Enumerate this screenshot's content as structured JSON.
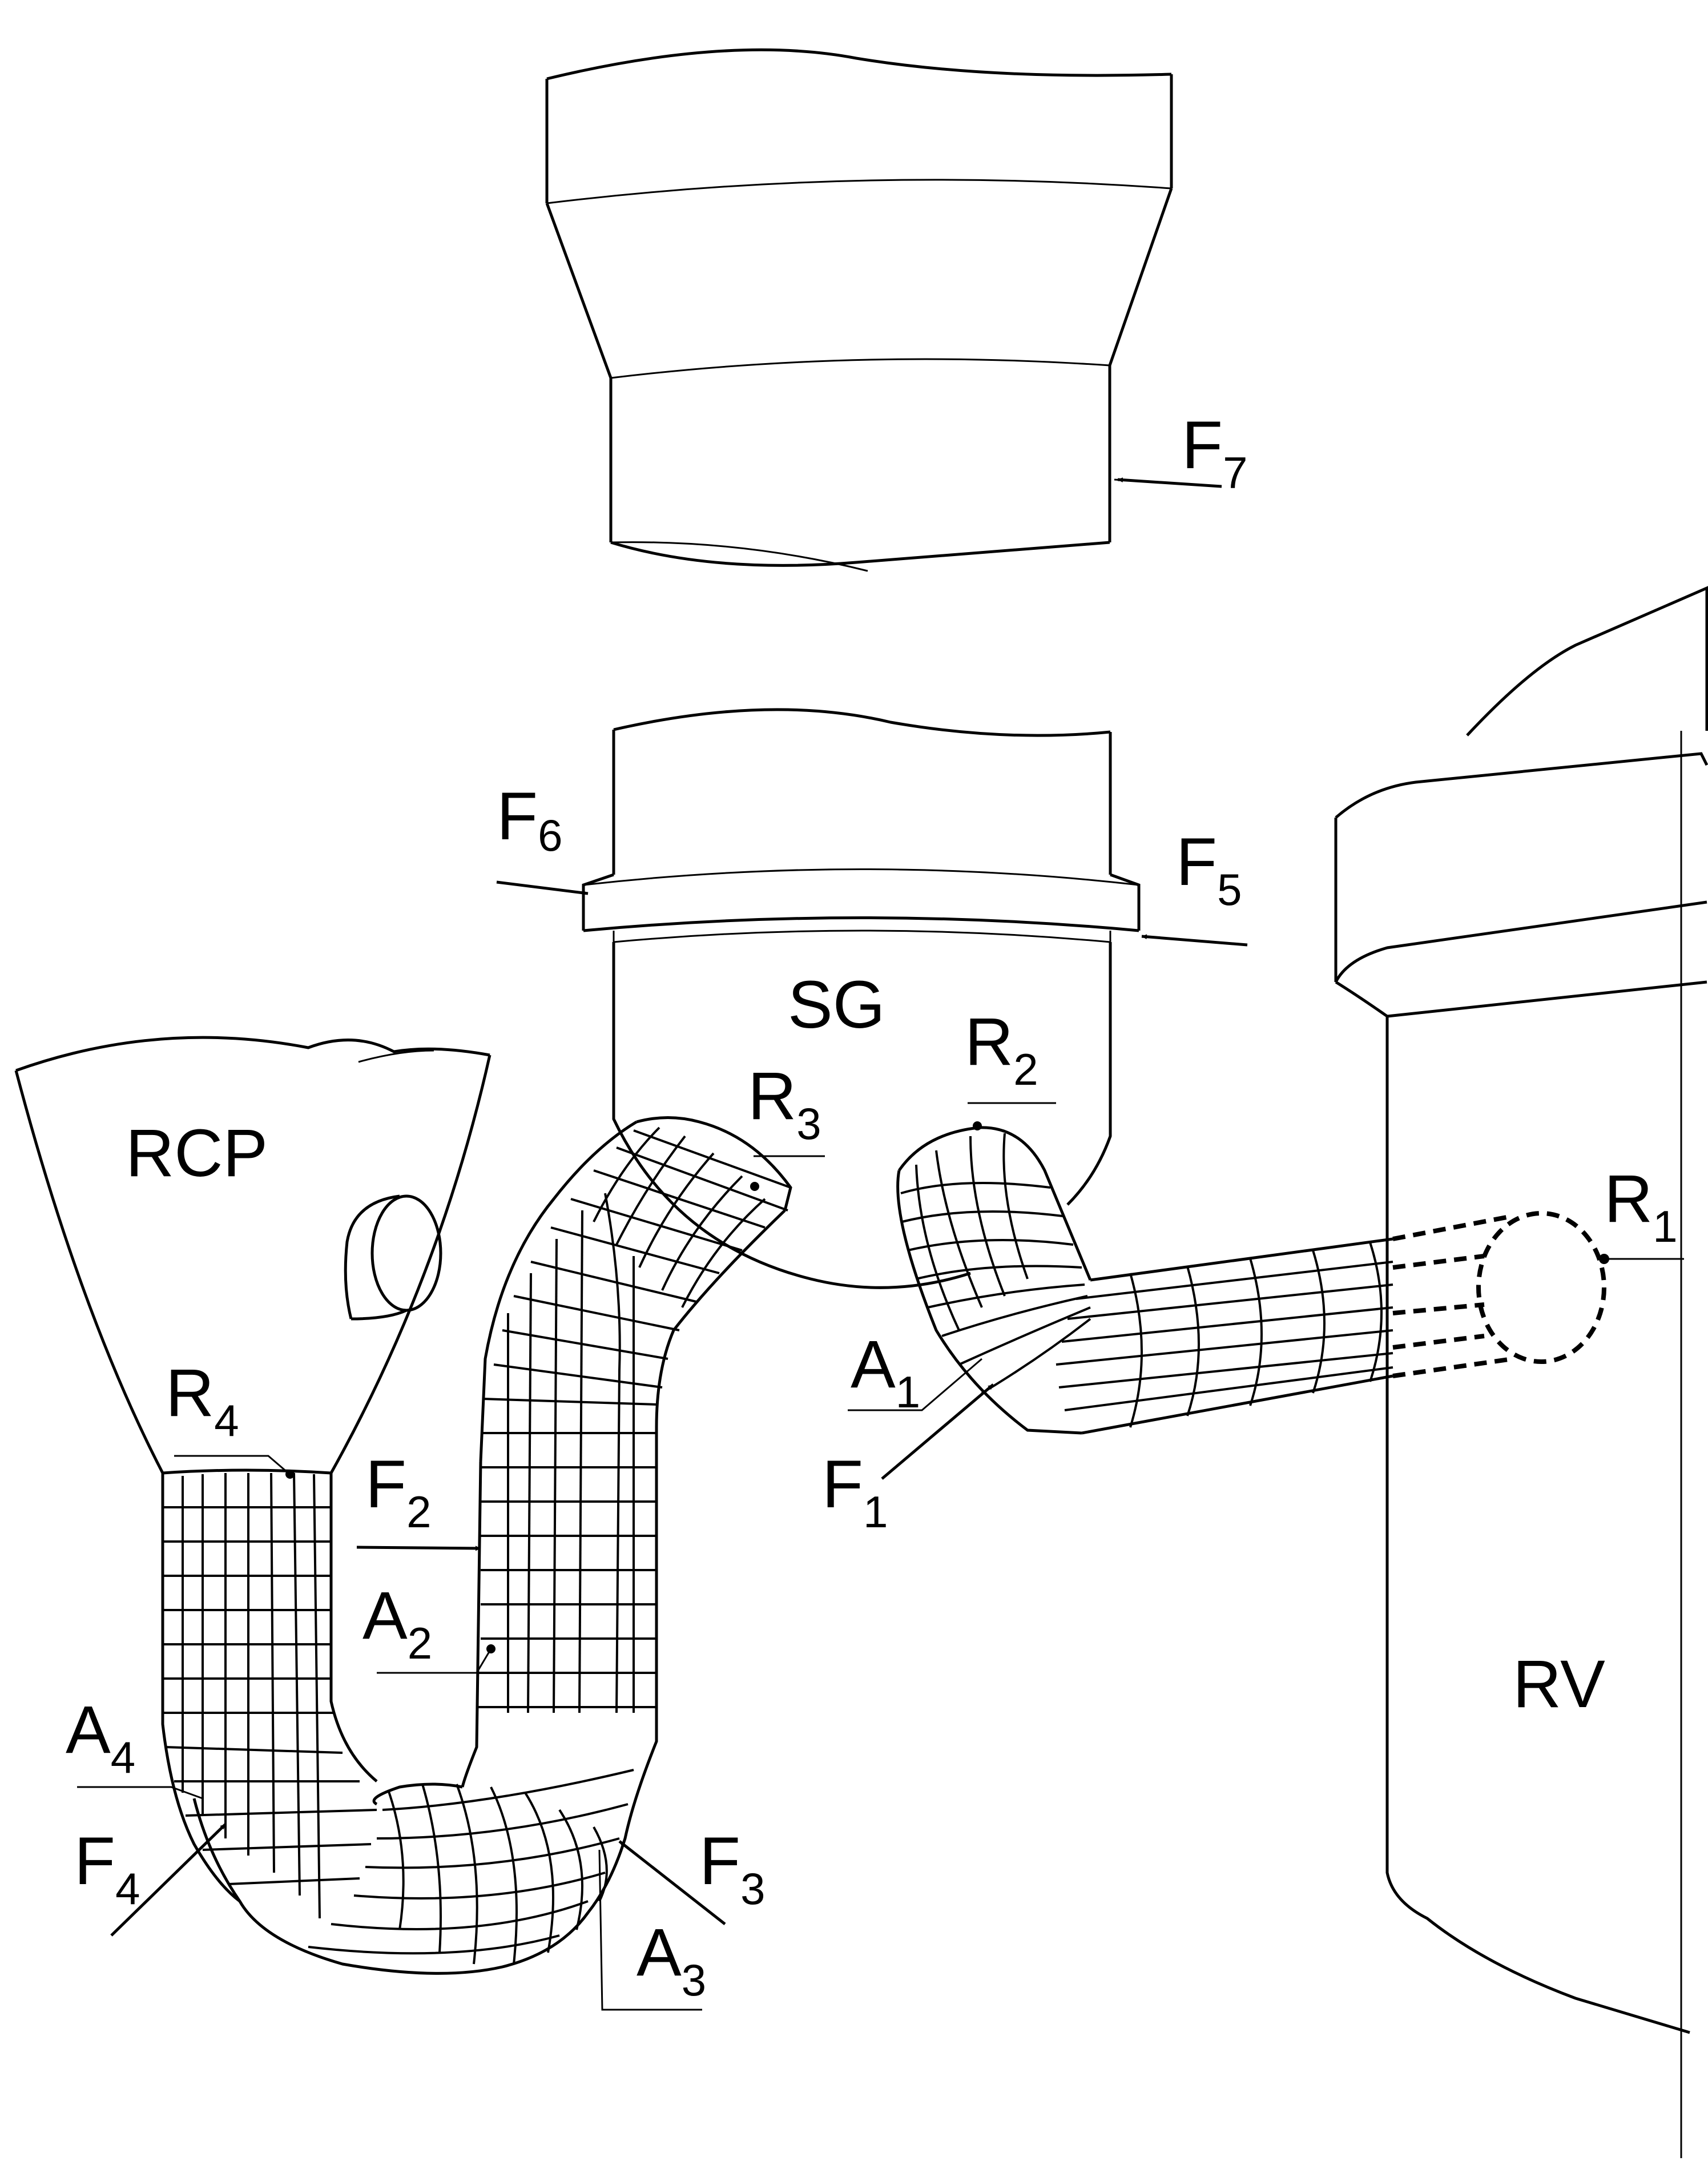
{
  "components": {
    "sg": "SG",
    "rcp": "RCP",
    "rv": "RV"
  },
  "labels": [
    {
      "id": "F7",
      "base": "F",
      "sub": "7"
    },
    {
      "id": "F6",
      "base": "F",
      "sub": "6"
    },
    {
      "id": "F5",
      "base": "F",
      "sub": "5"
    },
    {
      "id": "R2",
      "base": "R",
      "sub": "2"
    },
    {
      "id": "R3",
      "base": "R",
      "sub": "3"
    },
    {
      "id": "R1",
      "base": "R",
      "sub": "1"
    },
    {
      "id": "A1",
      "base": "A",
      "sub": "1"
    },
    {
      "id": "F1",
      "base": "F",
      "sub": "1"
    },
    {
      "id": "R4",
      "base": "R",
      "sub": "4"
    },
    {
      "id": "F2",
      "base": "F",
      "sub": "2"
    },
    {
      "id": "A2",
      "base": "A",
      "sub": "2"
    },
    {
      "id": "A4",
      "base": "A",
      "sub": "4"
    },
    {
      "id": "F4",
      "base": "F",
      "sub": "4"
    },
    {
      "id": "F3",
      "base": "F",
      "sub": "3"
    },
    {
      "id": "A3",
      "base": "A",
      "sub": "3"
    }
  ]
}
